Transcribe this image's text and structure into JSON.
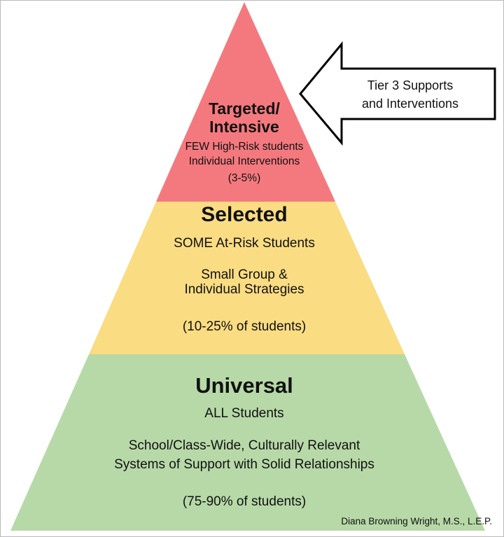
{
  "colors": {
    "tier_top": "#F4797E",
    "tier_middle": "#FADC82",
    "tier_bottom": "#B7D9A8",
    "callout_fill": "#FFFFFF",
    "callout_stroke": "#000000"
  },
  "callout": {
    "line1": "Tier 3 Supports",
    "line2": "and Interventions"
  },
  "tiers": {
    "targeted": {
      "title_line1": "Targeted/",
      "title_line2": "Intensive",
      "line1": "FEW High-Risk students",
      "line2": "Individual Interventions",
      "line3": "(3-5%)"
    },
    "selected": {
      "title": "Selected",
      "line1": "SOME At-Risk Students",
      "line2": "Small Group &",
      "line3": "Individual Strategies",
      "line4": "(10-25% of students)"
    },
    "universal": {
      "title": "Universal",
      "line1": "ALL Students",
      "line2": "School/Class-Wide, Culturally Relevant",
      "line3": "Systems of Support with Solid Relationships",
      "line4": "(75-90% of students)"
    }
  },
  "attribution": "Diana Browning Wright, M.S., L.E.P."
}
